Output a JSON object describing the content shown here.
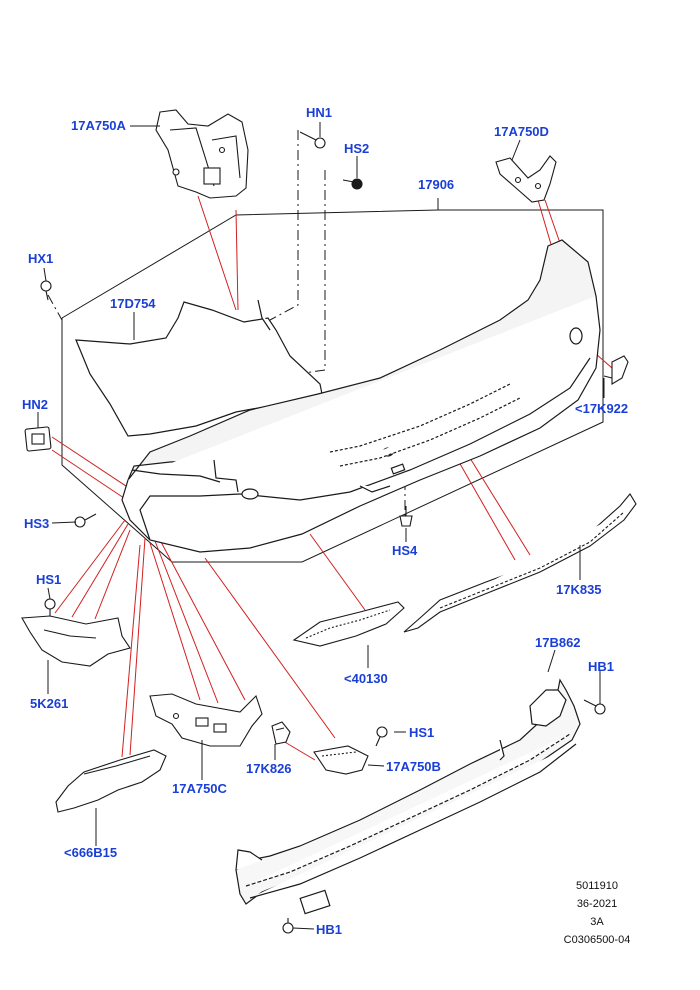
{
  "diagram": {
    "colors": {
      "callout_text": "#1a3fd6",
      "leader_line": "#d21f1f",
      "part_outline": "#1a1a1a",
      "metadata_text": "#111111"
    },
    "callouts": {
      "bracket_front_left": "17A750A",
      "screw_hn1": "HN1",
      "screw_hs2": "HS2",
      "bracket_rear_right": "17A750D",
      "bumper_cover": "17906",
      "screw_hx1": "HX1",
      "side_panel": "17D754",
      "nut_hn2": "HN2",
      "cap_17k922": "<17K922",
      "screw_hs3": "HS3",
      "screw_hs4": "HS4",
      "screw_hs1_left": "HS1",
      "moulding_17k835": "17K835",
      "bracket_5k261": "5K261",
      "grille_40130": "<40130",
      "reinforcement_17b862": "17B862",
      "bolt_hb1_right": "HB1",
      "bracket_17a750c": "17A750C",
      "clip_17k826": "17K826",
      "screw_hs1_right": "HS1",
      "bracket_17a750b": "17A750B",
      "skid_plate_666b15": "<666B15",
      "bolt_hb1_bottom": "HB1"
    },
    "metadata": {
      "line1": "5011910",
      "line2": "36-2021",
      "line3": "3A",
      "line4": "C0306500-04"
    }
  }
}
